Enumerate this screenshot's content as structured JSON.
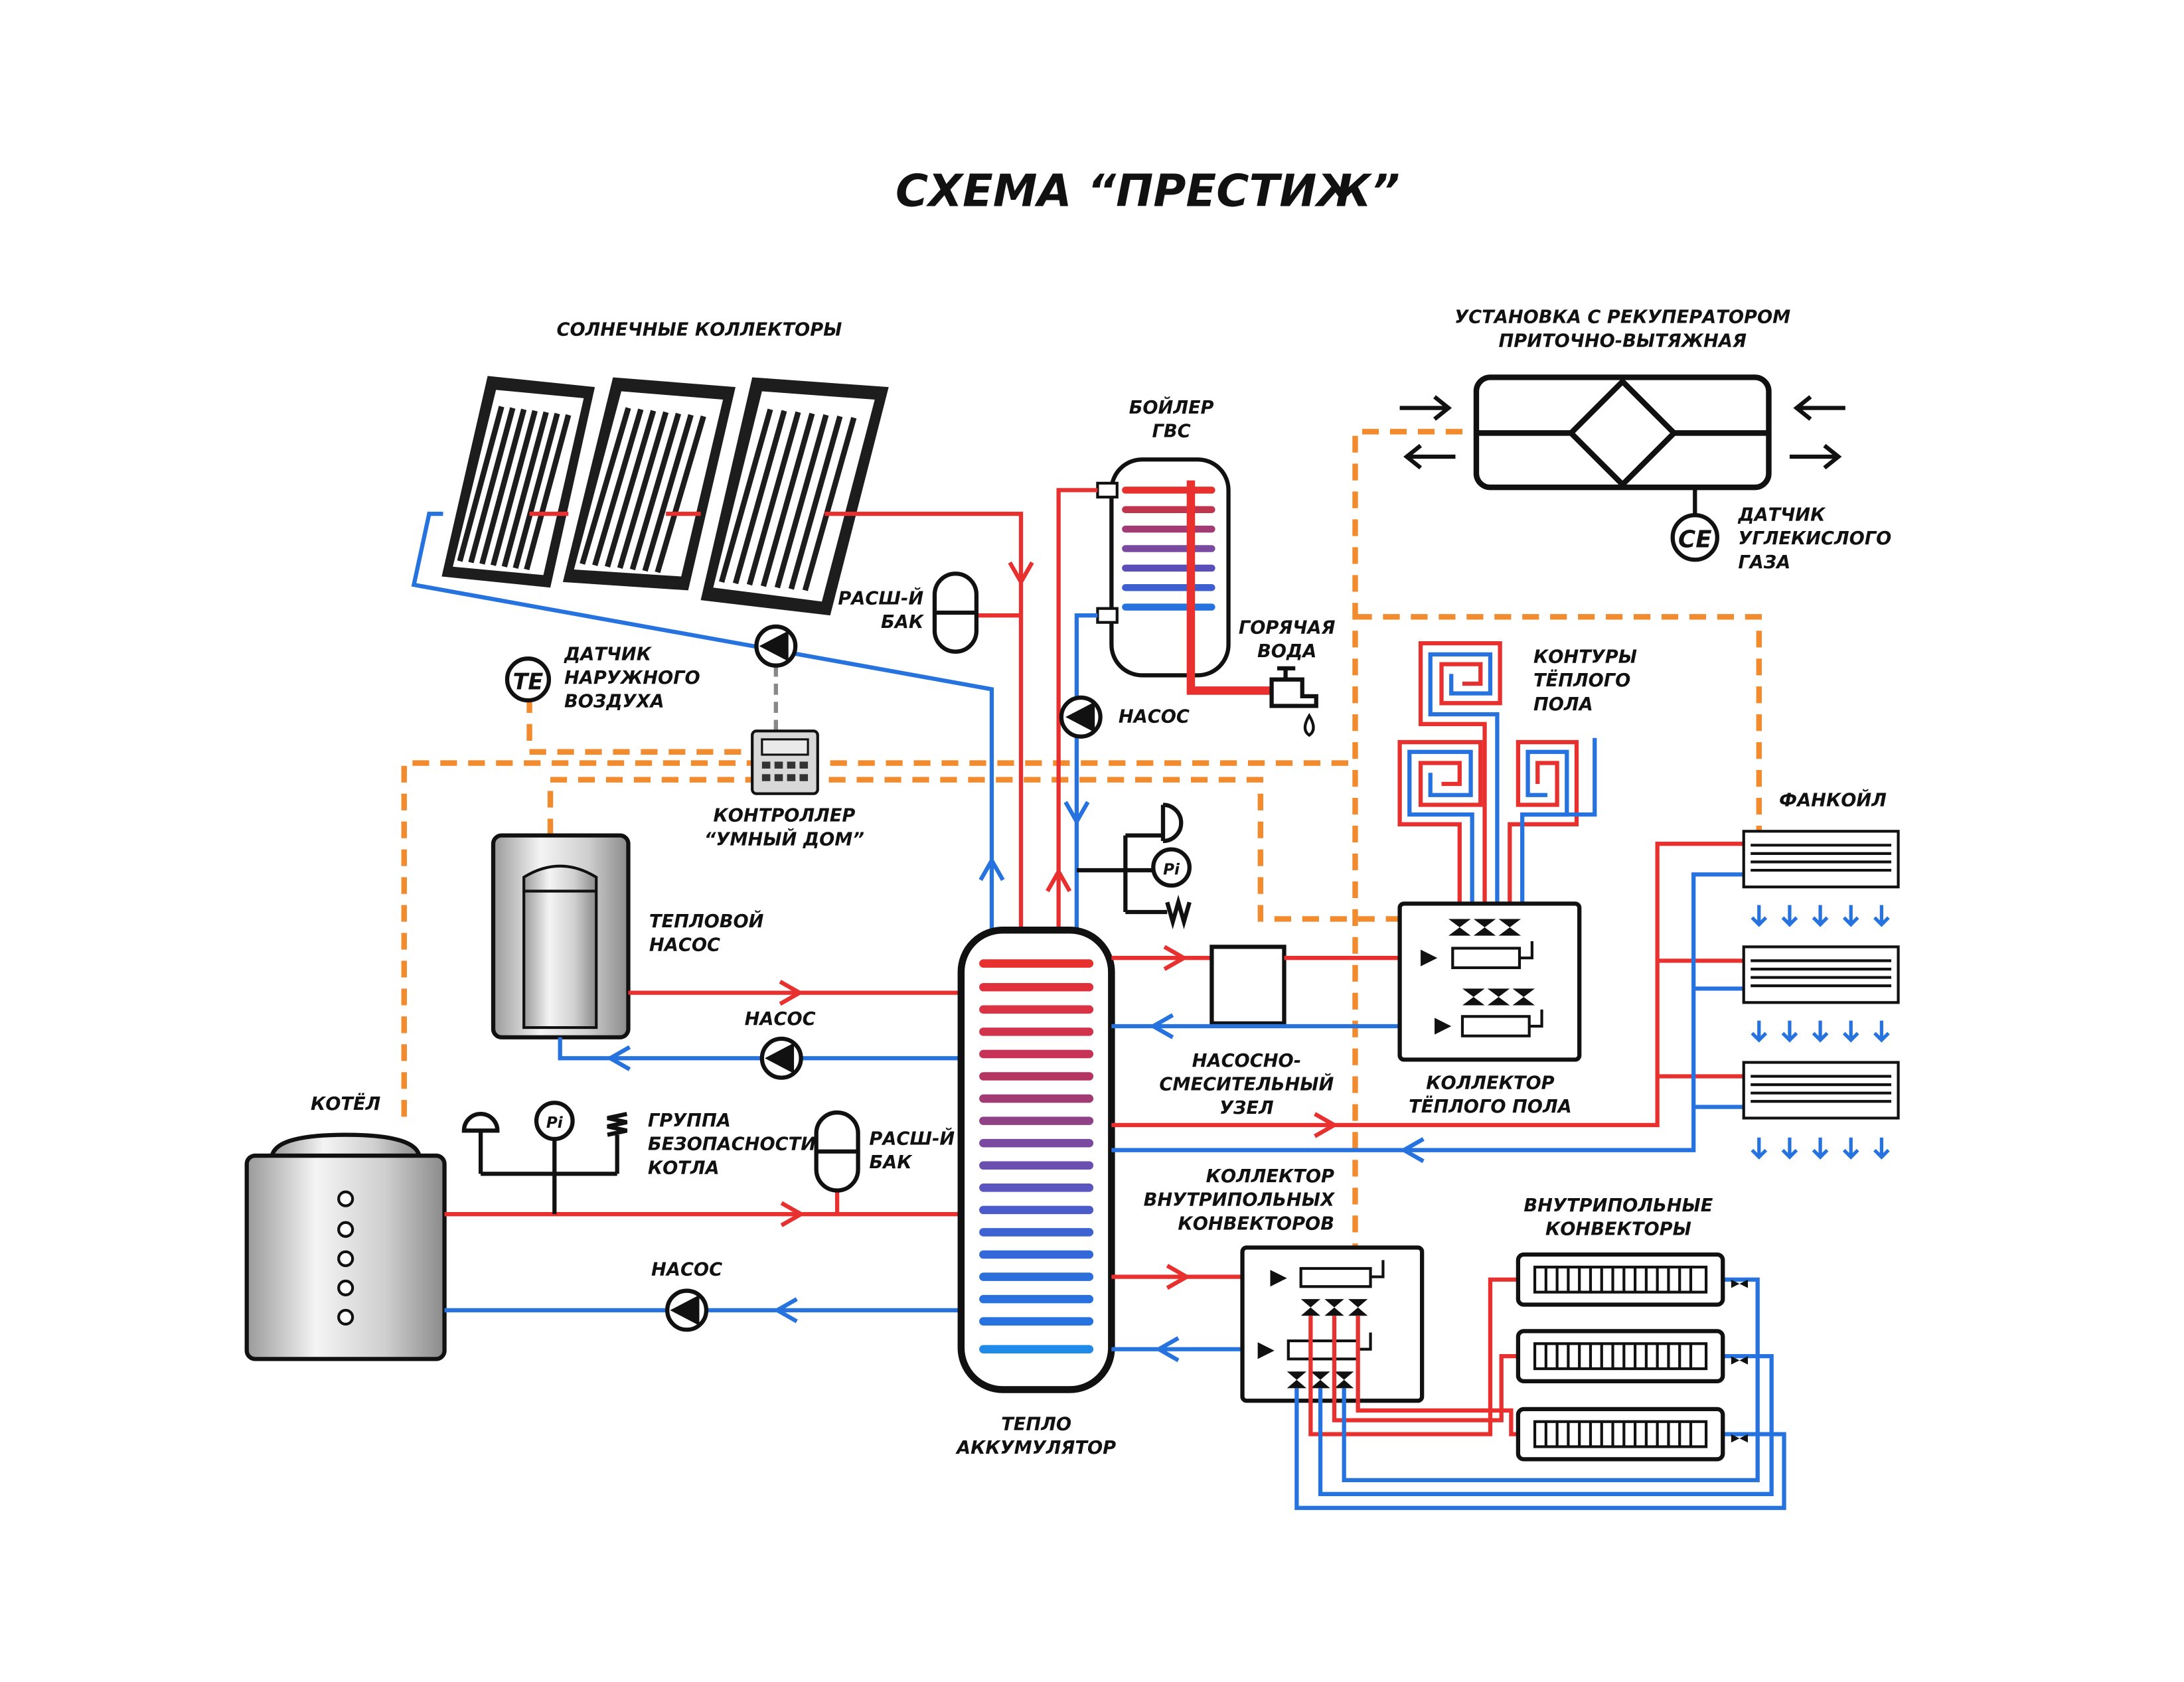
{
  "title": "СХЕМА “ПРЕСТИЖ”",
  "labels": {
    "solar_collectors": "СОЛНЕЧНЫЕ КОЛЛЕКТОРЫ",
    "dhw_boiler": [
      "БОЙЛЕР",
      "ГВС"
    ],
    "recuperator": [
      "УСТАНОВКА С РЕКУПЕРАТОРОМ",
      "ПРИТОЧНО-ВЫТЯЖНАЯ"
    ],
    "co2_sensor": [
      "ДАТЧИК",
      "УГЛЕКИСЛОГО",
      "ГАЗА"
    ],
    "co2_symbol": "CE",
    "expansion_tank_top": [
      "РАСШ-Й",
      "БАК"
    ],
    "hot_water": [
      "ГОРЯЧАЯ",
      "ВОДА"
    ],
    "outdoor_sensor": [
      "ДАТЧИК",
      "НАРУЖНОГО",
      "ВОЗДУХА"
    ],
    "outdoor_symbol": "TE",
    "pump_boiler": "НАСОС",
    "floor_circuits": [
      "КОНТУРЫ",
      "ТЁПЛОГО",
      "ПОЛА"
    ],
    "controller": [
      "КОНТРОЛЛЕР",
      "“УМНЫЙ ДОМ”"
    ],
    "fancoil": "ФАНКОЙЛ",
    "heat_pump": [
      "ТЕПЛОВОЙ",
      "НАСОС"
    ],
    "pump_hp": "НАСОС",
    "mixing_unit": [
      "НАСОСНО-",
      "СМЕСИТЕЛЬНЫЙ",
      "УЗЕЛ"
    ],
    "floor_manifold": [
      "КОЛЛЕКТОР",
      "ТЁПЛОГО ПОЛА"
    ],
    "kotel": "КОТЁЛ",
    "safety_group": [
      "ГРУППА",
      "БЕЗОПАСНОСТИ",
      "КОТЛА"
    ],
    "expansion_tank_mid": [
      "РАСШ-Й",
      "БАК"
    ],
    "pressure_symbol": "Pi",
    "convector_manifold": [
      "КОЛЛЕКТОР",
      "ВНУТРИПОЛЬНЫХ",
      "КОНВЕКТОРОВ"
    ],
    "floor_convectors": [
      "ВНУТРИПОЛЬНЫЕ",
      "КОНВЕКТОРЫ"
    ],
    "pump_kotel": "НАСОС",
    "accumulator": [
      "ТЕПЛО",
      "АККУМУЛЯТОР"
    ]
  },
  "colors": {
    "supply": "#e8312f",
    "return": "#2673e0",
    "control": "#f28a2e",
    "outline": "#111111"
  }
}
